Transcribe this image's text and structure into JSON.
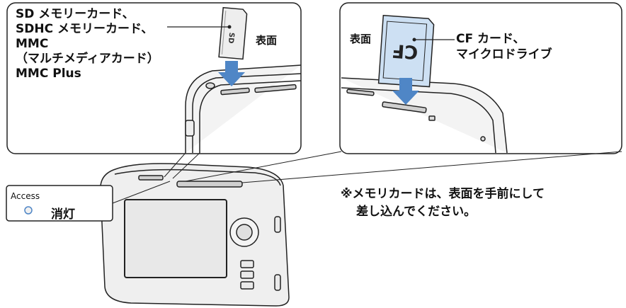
{
  "sd_slot": {
    "card_types": [
      "SD メモリーカード、",
      "SDHC メモリーカード、",
      "MMC",
      "（マルチメディアカード）",
      "MMC Plus"
    ],
    "face_label": "表面",
    "card_logo": "SD"
  },
  "cf_slot": {
    "card_types": [
      "CF カード、",
      "マイクロドライブ"
    ],
    "face_label": "表面",
    "card_logo": "CF"
  },
  "note_lines": [
    "※メモリカードは、表面を手前にして",
    "差し込んでください。"
  ],
  "access_indicator": {
    "label": "Access",
    "state": "消灯"
  },
  "colors": {
    "arrow": "#4f86c6",
    "cf_card_face": "#cde0f3",
    "device_body": "#dcdcdc",
    "screen": "#e8e8e8",
    "outline": "#222222"
  }
}
